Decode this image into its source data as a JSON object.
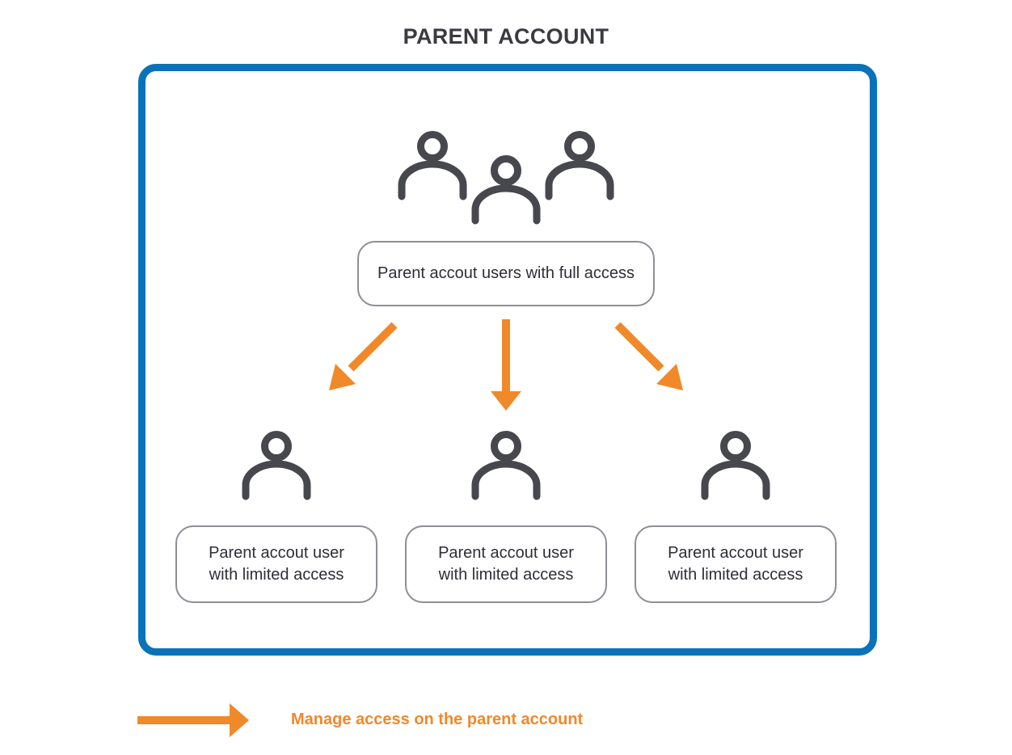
{
  "title": "PARENT ACCOUNT",
  "colors": {
    "frame": "#0a72b9",
    "arrow": "#f0892a",
    "icon": "#47474e",
    "box_border": "#8e8e96",
    "text": "#2e2e36"
  },
  "full_access": {
    "icon": "user-group-icon",
    "label": "Parent accout users with full access"
  },
  "limited_users": [
    {
      "icon": "user-icon",
      "line1": "Parent accout user",
      "line2": "with limited access"
    },
    {
      "icon": "user-icon",
      "line1": "Parent accout user",
      "line2": "with limited access"
    },
    {
      "icon": "user-icon",
      "line1": "Parent accout user",
      "line2": "with limited access"
    }
  ],
  "legend": {
    "icon": "arrow-right-icon",
    "label": "Manage access on the parent account"
  }
}
